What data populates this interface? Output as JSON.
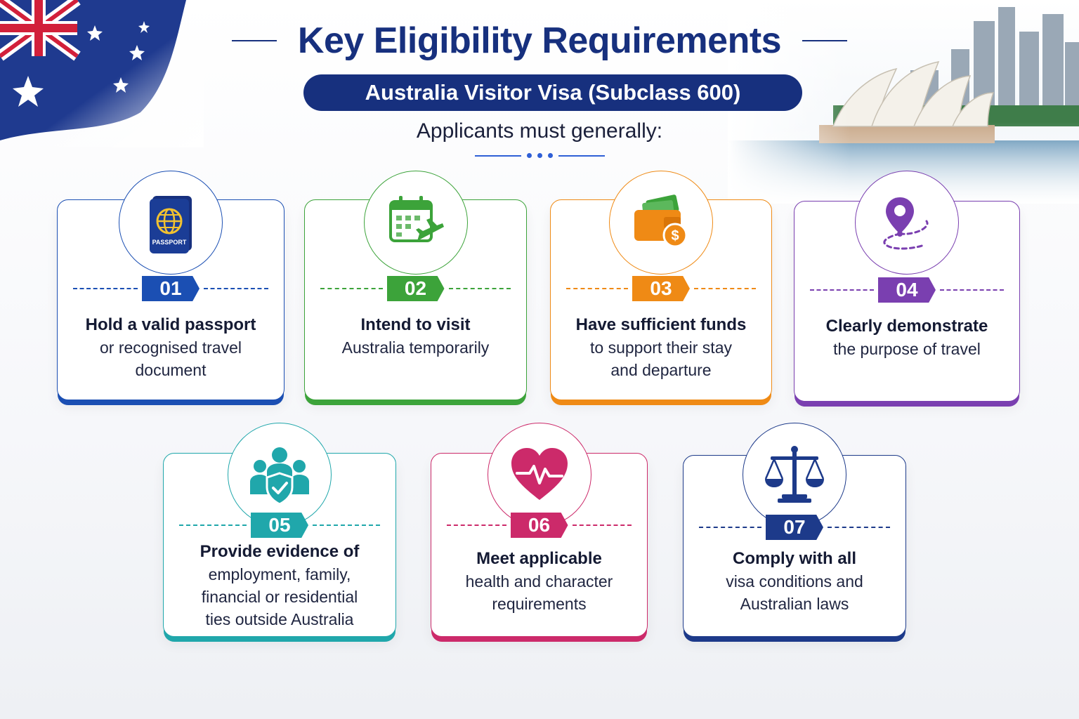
{
  "header": {
    "title": "Key Eligibility Requirements",
    "subtitle": "Australia Visitor Visa (Subclass 600)",
    "intro": "Applicants must generally:"
  },
  "colors": {
    "navy": "#17307e",
    "blue": "#1b4fb3",
    "green": "#3ca33a",
    "orange": "#ef8a15",
    "purple": "#7a3fb0",
    "teal": "#20a7ab",
    "magenta": "#cc2a6a",
    "darknavy": "#1d3a8a"
  },
  "requirements": [
    {
      "number": "01",
      "icon": "passport-icon",
      "passport_label": "PASSPORT",
      "heading": "Hold a valid passport",
      "body_lines": [
        "or recognised travel",
        "document"
      ]
    },
    {
      "number": "02",
      "icon": "calendar-plane-icon",
      "heading": "Intend to visit",
      "body_lines": [
        "Australia temporarily"
      ]
    },
    {
      "number": "03",
      "icon": "wallet-money-icon",
      "heading": "Have sufficient funds",
      "body_lines": [
        "to support their stay",
        "and departure"
      ]
    },
    {
      "number": "04",
      "icon": "location-route-icon",
      "heading": "Clearly demonstrate",
      "body_lines": [
        "the purpose of travel"
      ]
    },
    {
      "number": "05",
      "icon": "family-shield-icon",
      "heading": "Provide evidence of",
      "body_lines": [
        "employment, family,",
        "financial or residential",
        "ties outside Australia"
      ]
    },
    {
      "number": "06",
      "icon": "heart-pulse-icon",
      "heading": "Meet applicable",
      "body_lines": [
        "health and character",
        "requirements"
      ]
    },
    {
      "number": "07",
      "icon": "scales-icon",
      "heading": "Comply with all",
      "body_lines": [
        "visa conditions and",
        "Australian laws"
      ]
    }
  ]
}
